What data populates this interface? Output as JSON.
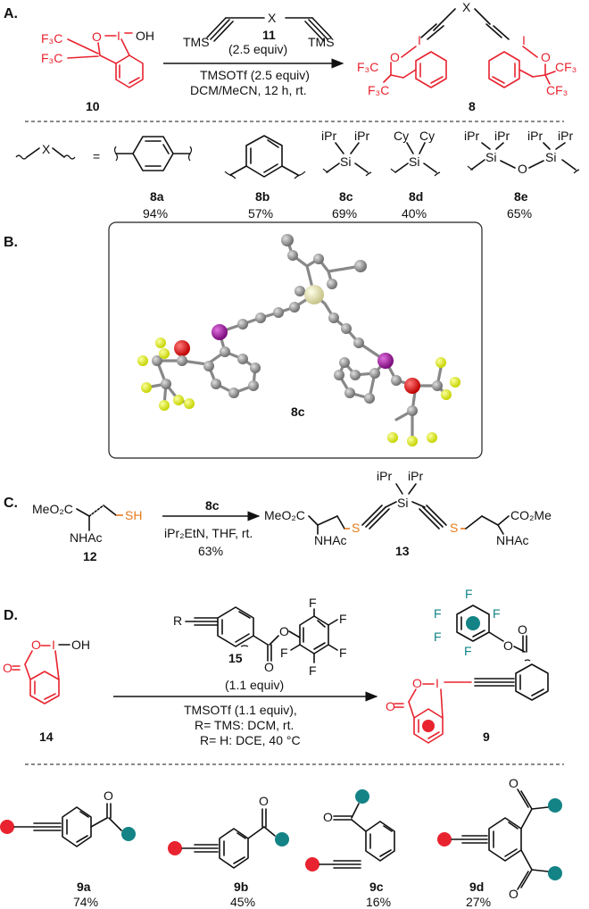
{
  "sectionA": {
    "label": "A.",
    "reagent10": {
      "iodine": "I",
      "oh": "OH",
      "o": "O",
      "cf3a": "F₃C",
      "cf3b": "F₃C",
      "num": "10"
    },
    "reagent11": {
      "tms_left": "TMS",
      "x": "X",
      "tms_right": "TMS",
      "num": "11",
      "equiv": "(2.5 equiv)"
    },
    "conditions": [
      "TMSOTf (2.5 equiv)",
      "DCM/MeCN, 12 h, rt."
    ],
    "product8": {
      "x": "X",
      "i_left": "I",
      "i_right": "I",
      "o_left": "O",
      "o_right": "O",
      "cf3_1": "F₃C",
      "cf3_2": "F₃C",
      "cf3_3": "CF₃",
      "cf3_4": "CF₃",
      "num": "8"
    },
    "x_eq": {
      "x": "X",
      "eq": "="
    },
    "linkers": {
      "8c": {
        "ipr1": "iPr",
        "ipr2": "iPr",
        "si": "Si"
      },
      "8d": {
        "cy1": "Cy",
        "cy2": "Cy",
        "si": "Si"
      },
      "8e": {
        "ipr1": "iPr",
        "ipr2": "iPr",
        "ipr3": "iPr",
        "ipr4": "iPr",
        "si1": "Si",
        "si2": "Si",
        "o": "O"
      }
    },
    "products": [
      {
        "id": "8a",
        "yield": "94%"
      },
      {
        "id": "8b",
        "yield": "57%"
      },
      {
        "id": "8c",
        "yield": "69%"
      },
      {
        "id": "8d",
        "yield": "40%"
      },
      {
        "id": "8e",
        "yield": "65%"
      }
    ]
  },
  "sectionB": {
    "label": "B.",
    "compound": "8c"
  },
  "sectionC": {
    "label": "C.",
    "reactant12": {
      "meo2c": "MeO₂C",
      "sh": "SH",
      "nhac": "NHAc",
      "num": "12"
    },
    "reagent": "8c",
    "conditions": "iPr₂EtN, THF, rt.",
    "yield": "63%",
    "product13": {
      "meo2c": "MeO₂C",
      "co2me": "CO₂Me",
      "s1": "S",
      "s2": "S",
      "si": "Si",
      "ipr1": "iPr",
      "ipr2": "iPr",
      "nhac1": "NHAc",
      "nhac2": "NHAc",
      "num": "13"
    }
  },
  "sectionD": {
    "label": "D.",
    "reactant14": {
      "o": "O",
      "i": "I",
      "oh": "OH",
      "num": "14"
    },
    "reagent15": {
      "r": "R",
      "o": "O",
      "f": [
        "F",
        "F",
        "F",
        "F",
        "F"
      ],
      "num": "15"
    },
    "equiv": "(1.1 equiv)",
    "conditions": [
      "TMSOTf (1.1 equiv),",
      "R= TMS: DCM, rt.",
      "R= H: DCE, 40 °C"
    ],
    "product9": {
      "i": "I",
      "o": "O",
      "f": [
        "F",
        "F",
        "F",
        "F",
        "F"
      ],
      "num": "9"
    },
    "products": [
      {
        "id": "9a",
        "yield": "74%"
      },
      {
        "id": "9b",
        "yield": "45%"
      },
      {
        "id": "9c",
        "yield": "16%"
      },
      {
        "id": "9d",
        "yield": "27%"
      }
    ],
    "carbonyl_o": "O"
  },
  "colors": {
    "red": "#e8232f",
    "teal": "#138386",
    "orange": "#e67a1c",
    "yellow": "#e6f51e",
    "purple": "#9b119b",
    "grey": "#8e8e8e"
  }
}
